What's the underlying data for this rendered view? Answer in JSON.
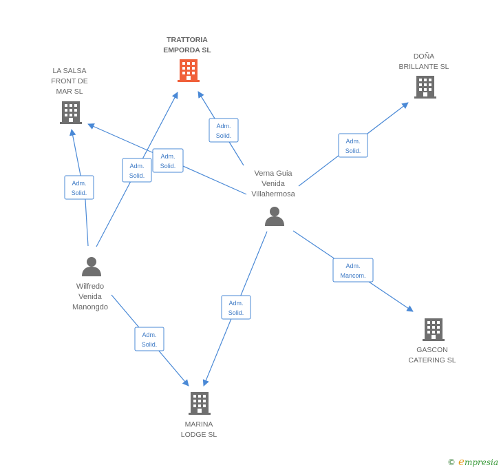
{
  "colors": {
    "edge": "#4a89d6",
    "building": "#6f6f6f",
    "building_main": "#f0603a",
    "person": "#6f6f6f"
  },
  "companies": [
    {
      "id": "trattoria",
      "lines": [
        "TRATTORIA",
        "EMPORDA  SL"
      ],
      "icon": "building-icon",
      "main": true
    },
    {
      "id": "lasalsa",
      "lines": [
        "LA SALSA",
        "FRONT DE",
        "MAR  SL"
      ],
      "icon": "building-icon"
    },
    {
      "id": "dona",
      "lines": [
        "DOÑA",
        "BRILLANTE  SL"
      ],
      "icon": "building-icon"
    },
    {
      "id": "gascon",
      "lines": [
        "GASCON",
        "CATERING SL"
      ],
      "icon": "building-icon"
    },
    {
      "id": "marina",
      "lines": [
        "MARINA",
        "LODGE  SL"
      ],
      "icon": "building-icon"
    }
  ],
  "people": [
    {
      "id": "verna",
      "lines": [
        "Verna Guia",
        "Venida",
        "Villahermosa"
      ],
      "icon": "person-icon"
    },
    {
      "id": "wilfredo",
      "lines": [
        "Wilfredo",
        "Venida",
        "Manongdo"
      ],
      "icon": "person-icon"
    }
  ],
  "edges": [
    {
      "id": "verna-trattoria",
      "label": [
        "Adm.",
        "Solid."
      ]
    },
    {
      "id": "verna-lasalsa",
      "label": [
        "Adm.",
        "Solid."
      ]
    },
    {
      "id": "verna-dona",
      "label": [
        "Adm.",
        "Solid."
      ]
    },
    {
      "id": "verna-gascon",
      "label": [
        "Adm.",
        "Mancom."
      ]
    },
    {
      "id": "verna-marina",
      "label": [
        "Adm.",
        "Solid."
      ]
    },
    {
      "id": "wilfredo-trattoria",
      "label": [
        "Adm.",
        "Solid."
      ]
    },
    {
      "id": "wilfredo-lasalsa",
      "label": [
        "Adm.",
        "Solid."
      ]
    },
    {
      "id": "wilfredo-marina",
      "label": [
        "Adm.",
        "Solid."
      ]
    }
  ],
  "watermark": {
    "copyright": "©",
    "brand_initial": "e",
    "brand_rest": "mpresia"
  }
}
